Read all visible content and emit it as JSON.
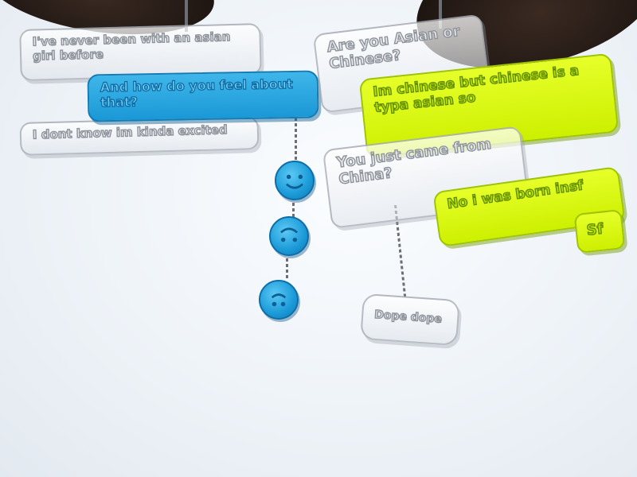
{
  "scene": {
    "background": "#eef3f8"
  },
  "bubbles": [
    {
      "text": "I've never been with an asian girl before",
      "color": "clear"
    },
    {
      "text": "And how do you feel about that?",
      "color": "blue"
    },
    {
      "text": "I dont know im kinda excited",
      "color": "clear"
    },
    {
      "text": "Are you Asian or Chinese?",
      "color": "clear"
    },
    {
      "text": "Im chinese but chinese is a typa asian so",
      "color": "lime"
    },
    {
      "text": "You just came from China?",
      "color": "clear"
    },
    {
      "text": "No i was born insf",
      "color": "lime"
    },
    {
      "text": "Sf",
      "color": "lime"
    },
    {
      "text": "Dope dope",
      "color": "clear"
    }
  ],
  "colors": {
    "blue": "#1a98d6",
    "lime": "#d4f500",
    "clear": "#dfe3e8"
  },
  "decorations": [
    "smiley-icon",
    "smiley-icon",
    "smiley-icon"
  ]
}
